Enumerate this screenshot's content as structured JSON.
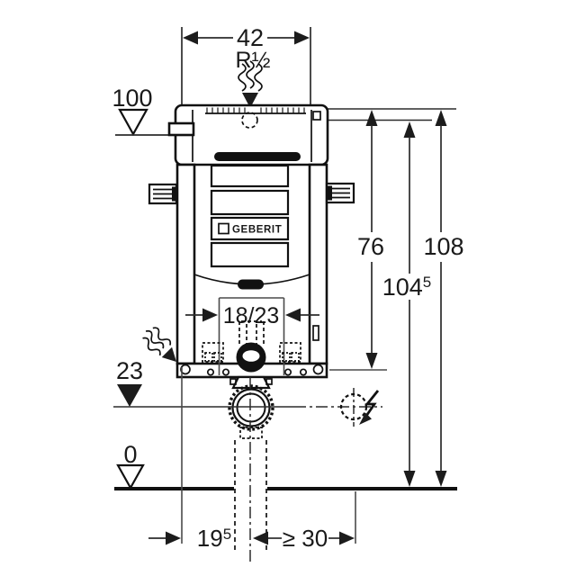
{
  "logo": {
    "brand": "GEBERIT"
  },
  "dimensions": {
    "top_width": "42",
    "water_thread": "R½",
    "level_top": "100",
    "frame_height": "76",
    "total_height": "108",
    "water_height": "104",
    "water_height_sup": "5",
    "flush_plate_range": "18/23",
    "level_outlet": "23",
    "level_floor": "0",
    "outlet_offset": "19",
    "outlet_offset_sup": "5",
    "power_clearance": "≥ 30"
  },
  "icons": {
    "water_inlet": "squiggle-flow-arrow",
    "drain_corner": "squiggle-flow-arrow",
    "power": "lightning-bolt",
    "levels": "level-triangle-markers"
  },
  "colors": {
    "line": "#111111",
    "dimension": "#2b2b2b",
    "background": "#ffffff"
  }
}
